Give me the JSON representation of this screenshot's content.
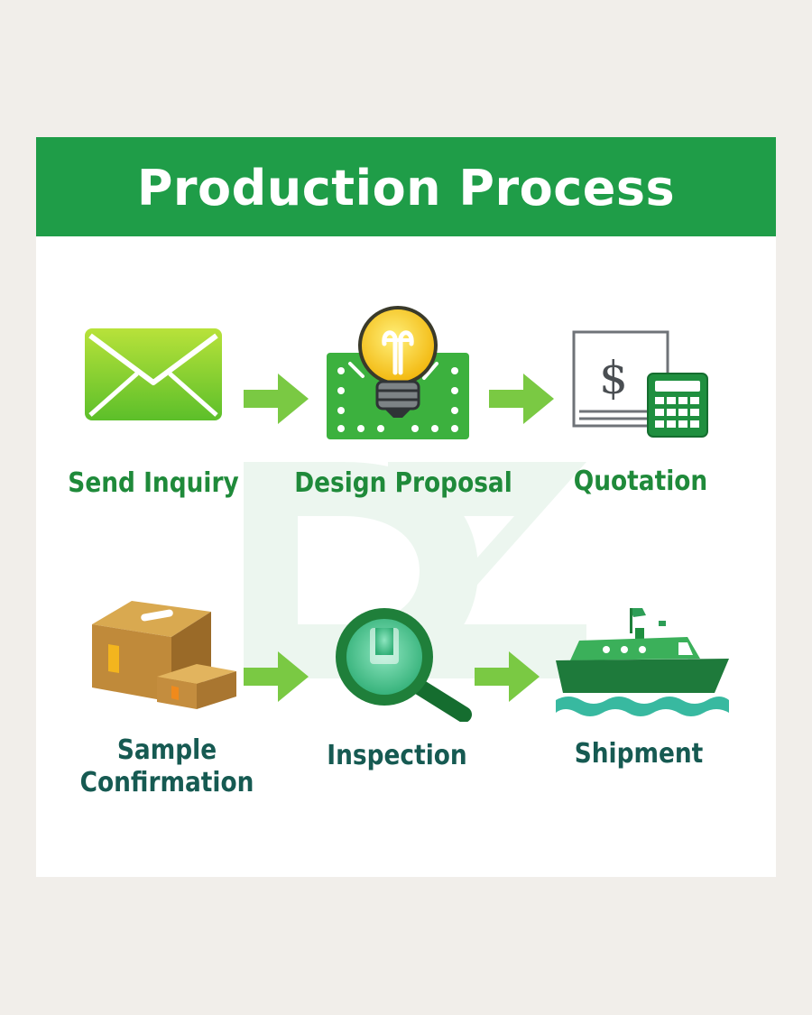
{
  "title": "Production Process",
  "steps": [
    {
      "label": "Send Inquiry",
      "icon": "envelope-icon"
    },
    {
      "label": "Design Proposal",
      "icon": "light-bulb-icon"
    },
    {
      "label": "Quotation",
      "icon": "quotation-calculator-icon"
    },
    {
      "label_line1": "Sample",
      "label_line2": "Confirmation",
      "icon": "cardboard-boxes-icon"
    },
    {
      "label": "Inspection",
      "icon": "magnifying-glass-icon"
    },
    {
      "label": "Shipment",
      "icon": "cargo-ship-icon"
    }
  ],
  "colors": {
    "banner": "#1f9d48",
    "label_green": "#1f8a3a",
    "label_dark": "#165a52",
    "arrow": "#7ac943",
    "background": "#f1eeea"
  }
}
